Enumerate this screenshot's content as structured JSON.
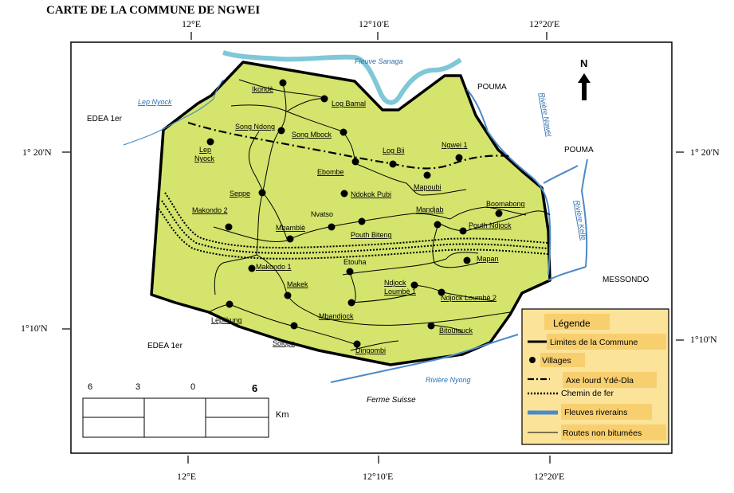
{
  "title": "CARTE DE LA COMMUNE DE NGWEI",
  "coords": {
    "top": [
      "12°E",
      "12°10'E",
      "12°20'E"
    ],
    "bottom": [
      "12°E",
      "12°10'E",
      "12°20'E"
    ],
    "left": [
      "1° 20'N",
      "1°10'N"
    ],
    "right": [
      "1° 20'N",
      "1°10'N"
    ]
  },
  "north": "N",
  "outside_labels": {
    "edea_top": "EDEA 1er",
    "edea_bottom": "EDEA 1er",
    "pouma_top": "POUMA",
    "pouma_right": "POUMA",
    "messondo": "MESSONDO",
    "ferme": "Ferme Suisse"
  },
  "rivers": {
    "sanaga": "Fleuve Sanaga",
    "nyock": "Lep Nyock",
    "ngwei": "Rivière Ngwei",
    "kelle": "Rivière Kellé",
    "nyong": "Rivière Nyong"
  },
  "villages": {
    "ikonde": "Ikondè",
    "log_bamal": "Log Bamal",
    "song_ndong": "Song Ndong",
    "song_mbock": "Song Mbock",
    "lep_nyock_1": "Lep",
    "lep_nyock_2": "Nyock",
    "log_bii": "Log Bii",
    "ngwei1": "Ngwei 1",
    "ebombe": "Ebombe",
    "mapoubi": "Mapoubi",
    "seppe": "Seppe",
    "ndokok": "Ndokok Pubi",
    "makondo2": "Makondo 2",
    "nvatso": "Nvatso",
    "mandjab": "Mandjab",
    "boomabong": "Boomabong",
    "mbamble": "Mbamblè",
    "pouth_biteng": "Pouth Biteng",
    "pouth_ndjock": "Pouth Ndjock",
    "mapan": "Mapan",
    "etouha": "Etouha",
    "makondo1": "Makondo 1",
    "makek": "Makek",
    "ndjock_l1_a": "Ndjock",
    "ndjock_l1_b": "Loumbè 1",
    "ndjock_l2": "Ndjock Loumbè 2",
    "leplikung": "Leplikung",
    "mbandjock": "Mbandjock",
    "bitoutouck": "Bitoutouck",
    "solopa": "Solopa",
    "dingombi": "Dingombi"
  },
  "legend": {
    "title": "Légende",
    "limits": "Limites de la Commune",
    "villages": "Villages",
    "axe": "Axe lourd Ydé-Dla",
    "rail": "Chemin de fer",
    "rivers": "Fleuves riverains",
    "roads": "Routes non bitumées"
  },
  "scale": {
    "labels": [
      "6",
      "3",
      "0",
      "6"
    ],
    "unit": "Km"
  },
  "colors": {
    "commune_fill": "#d5e46c",
    "river": "#4a8ac8",
    "sanaga": "#7ec8d8",
    "legend_bg": "#fbe39a",
    "legend_label_bg": "#f7cf6e"
  }
}
